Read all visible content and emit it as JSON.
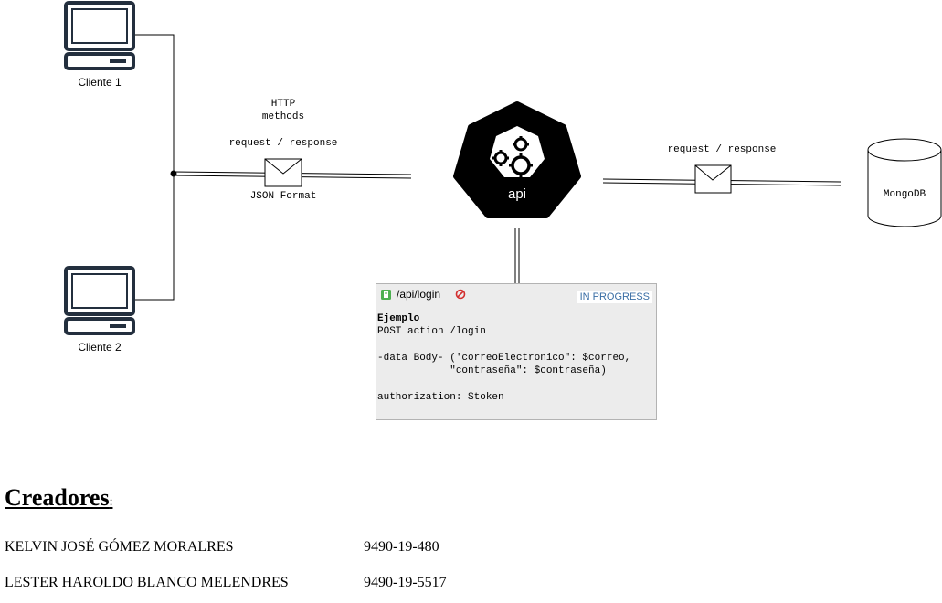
{
  "clients": [
    {
      "label": "Cliente 1"
    },
    {
      "label": "Cliente 2"
    }
  ],
  "left_link": {
    "title_line1": "HTTP",
    "title_line2": "methods",
    "request_response": "request / response",
    "format": "JSON Format"
  },
  "api": {
    "label": "api"
  },
  "right_link": {
    "request_response": "request / response"
  },
  "database": {
    "label": "MongoDB"
  },
  "endpoint_card": {
    "path": "/api/login",
    "status": "IN PROGRESS",
    "heading": "Ejemplo",
    "lines": [
      "POST action /login",
      "",
      "-data Body- ('correoElectronico\": $correo,",
      "            \"contraseña\": $contraseña)",
      "",
      "authorization: $token"
    ]
  },
  "credits": {
    "title": "Creadores",
    "colon": ":",
    "people": [
      {
        "name": "KELVIN JOSÉ GÓMEZ MORALRES",
        "id": "9490-19-480"
      },
      {
        "name": "LESTER HAROLDO BLANCO MELENDRES",
        "id": "9490-19-5517"
      }
    ]
  },
  "colors": {
    "api_fill": "#000000",
    "card_bg": "#ececec",
    "status_text": "#3a6ea5",
    "icon_dark": "#232f3e"
  }
}
